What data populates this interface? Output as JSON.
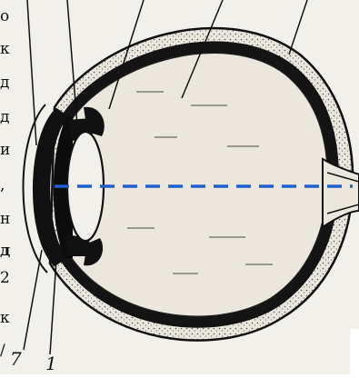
{
  "left_margin_text": [
    "о",
    "к",
    "д",
    "д",
    "и",
    ",",
    "н",
    "д",
    "2",
    "к",
    "/"
  ],
  "figure_labels": {
    "label_7": "7",
    "label_1": "1"
  },
  "colors": {
    "ink": "#111111",
    "paper": "#f2f0ea",
    "optical_axis": "#1f5fd0"
  }
}
